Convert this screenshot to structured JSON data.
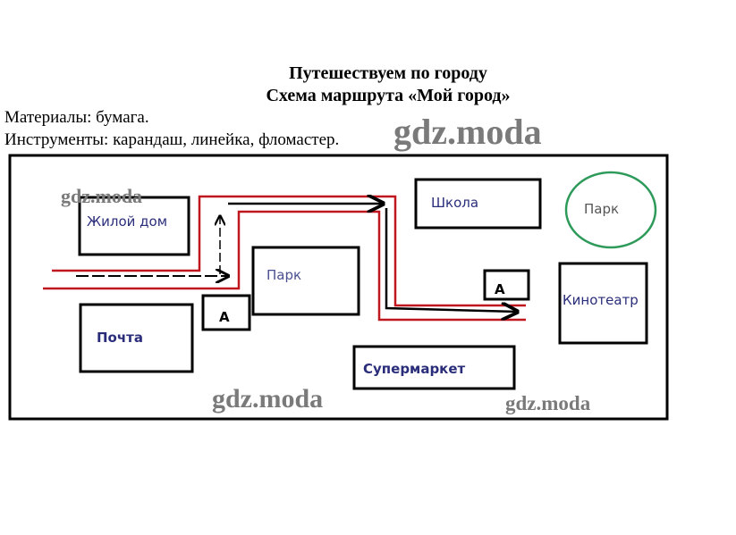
{
  "header": {
    "title": "Путешествуем по городу",
    "subtitle": "Схема маршрута «Мой город»"
  },
  "materials": "Материалы: бумага.",
  "tools": "Инструменты: карандаш, линейка, фломастер.",
  "watermark": "gdz.moda",
  "map": {
    "buildings": {
      "house": "Жилой дом",
      "park1": "Парк",
      "bus_stop1": "А",
      "post": "Почта",
      "school": "Школа",
      "park2": "Парк",
      "bus_stop2": "А",
      "cinema": "Кинотеатр",
      "supermarket": "Супермаркет"
    },
    "colors": {
      "road": "#c0161e",
      "route": "#000000",
      "label": "#2a2d7a",
      "park_circle": "#2e9a5a"
    }
  }
}
